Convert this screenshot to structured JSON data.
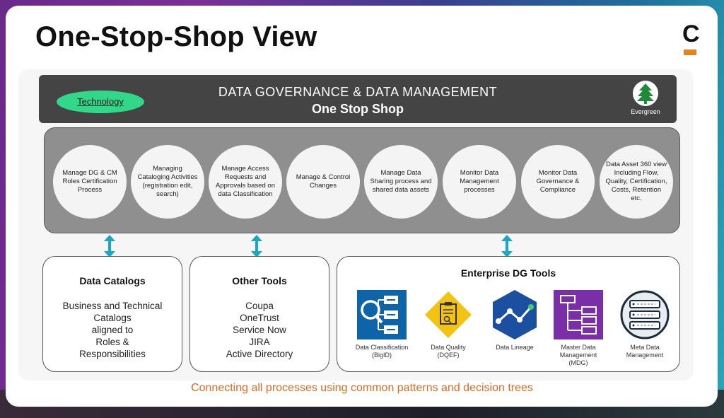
{
  "slide": {
    "title": "One-Stop-Shop View",
    "logo_letter": "C"
  },
  "header": {
    "line1": "DATA GOVERNANCE & DATA MANAGEMENT",
    "line2": "One Stop Shop",
    "pill": "Technology",
    "badge_label": "Evergreen"
  },
  "processes": [
    "Manage DG & CM Roles Certification Process",
    "Managing Cataloging Activities (registration edit, search)",
    "Manage Access Requests and Approvals based on data Classification",
    "Manage & Control Changes",
    "Manage Data Sharing process and shared data assets",
    "Monitor Data Management processes",
    "Monitor Data Governance & Compliance",
    "Data Asset 360 view Including Flow, Quality, Certification, Costs, Retention etc."
  ],
  "boxes": {
    "data_catalogs": {
      "title": "Data Catalogs",
      "lines": [
        "Business and Technical",
        "Catalogs",
        "aligned to",
        "Roles &",
        "Responsibilities"
      ]
    },
    "other_tools": {
      "title": "Other Tools",
      "lines": [
        "Coupa",
        "OneTrust",
        "Service Now",
        "JIRA",
        "Active Directory"
      ]
    },
    "enterprise": {
      "title": "Enterprise DG Tools",
      "tools": [
        {
          "label": "Data Classification (BigID)",
          "icon": "data-classification-icon"
        },
        {
          "label": "Data Quality (DQEF)",
          "icon": "data-quality-icon"
        },
        {
          "label": "Data Lineage",
          "icon": "data-lineage-icon"
        },
        {
          "label": "Master Data Management (MDG)",
          "icon": "master-data-icon"
        },
        {
          "label": "Meta Data Management",
          "icon": "metadata-icon"
        }
      ]
    }
  },
  "footer": "Connecting all processes using common patterns and decision trees",
  "colors": {
    "accent_teal": "#1aa7c4",
    "pill_green": "#32d88a",
    "footer_orange": "#e06a1e",
    "header_dark": "#444444",
    "process_gray": "#8f8f8f"
  }
}
